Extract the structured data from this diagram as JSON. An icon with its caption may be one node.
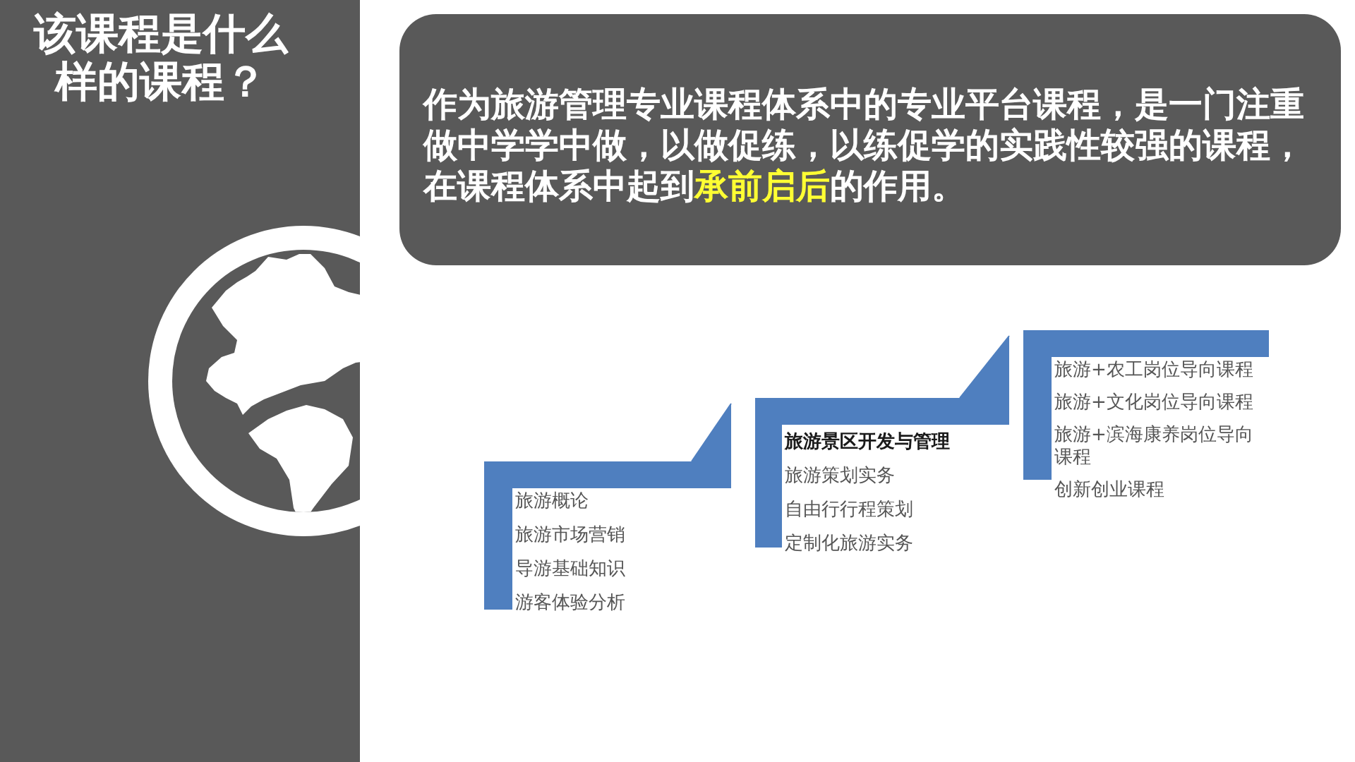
{
  "diagram": {
    "title": "该课程是什么样的课程？",
    "nodes": [
      {
        "text": [
          "作为旅游管理专业课程体系中的专业平台课程，是一门注重做中学学中做，以做促练，以练促学的实践性较强的课程，在课程体系中起到**承前启后**的作用。"
        ]
      },
      {
        "text": [
          "旅游概论",
          "旅游市场营销",
          "导游基础知识",
          "游客体验分析"
        ]
      },
      {
        "text": [
          "旅游景区开发与管理",
          "旅游策划实务",
          "自由行行程策划",
          "定制化旅游实务"
        ]
      },
      {
        "text": [
          "旅游+农工岗位导向课程",
          "旅游+文化岗位导向课程",
          "旅游+滨海康养岗位导向课程",
          "创新创业课程"
        ]
      }
    ],
    "edges": [
      {
        "from": 1,
        "to": 2,
        "arrow": "to"
      },
      {
        "from": 2,
        "to": 3,
        "arrow": "to"
      }
    ]
  }
}
